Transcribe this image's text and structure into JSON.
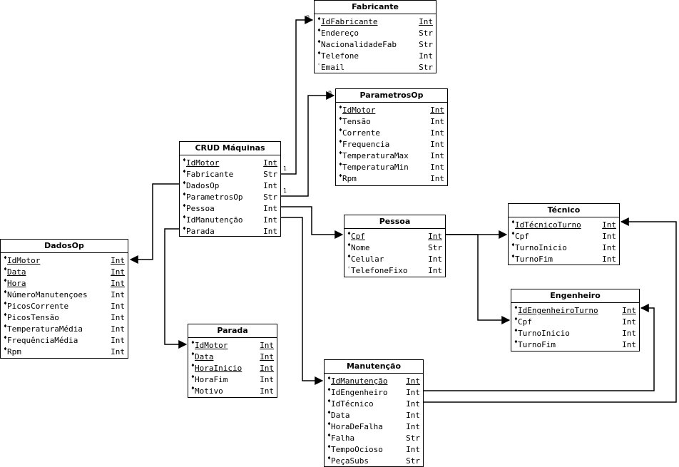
{
  "tables": {
    "fabricante": {
      "title": "Fabricante",
      "fields": [
        {
          "name": "IdFabricante",
          "type": "Int",
          "marker": "♦",
          "pk": true
        },
        {
          "name": "Endereço",
          "type": "Str",
          "marker": "♦"
        },
        {
          "name": "NacionalidadeFab",
          "type": "Str",
          "marker": "♦"
        },
        {
          "name": "Telefone",
          "type": "Int",
          "marker": "♦"
        },
        {
          "name": "Email",
          "type": "Str",
          "marker": "◦"
        }
      ]
    },
    "parametros": {
      "title": "ParametrosOp",
      "fields": [
        {
          "name": "IdMotor",
          "type": "Int",
          "marker": "♦",
          "pk": true
        },
        {
          "name": "Tensão",
          "type": "Int",
          "marker": "♦"
        },
        {
          "name": "Corrente",
          "type": "Int",
          "marker": "♦"
        },
        {
          "name": "Frequencia",
          "type": "Int",
          "marker": "♦"
        },
        {
          "name": "TemperaturaMax",
          "type": "Int",
          "marker": "♦"
        },
        {
          "name": "TemperaturaMin",
          "type": "Int",
          "marker": "♦"
        },
        {
          "name": "Rpm",
          "type": "Int",
          "marker": "♦"
        }
      ]
    },
    "crud": {
      "title": "CRUD Máquinas",
      "fields": [
        {
          "name": "IdMotor",
          "type": "Int",
          "marker": "♦",
          "pk": true
        },
        {
          "name": "Fabricante",
          "type": "Str",
          "marker": "♦"
        },
        {
          "name": "DadosOp",
          "type": "Int",
          "marker": "♦"
        },
        {
          "name": "ParametrosOp",
          "type": "Str",
          "marker": "♦"
        },
        {
          "name": "Pessoa",
          "type": "Int",
          "marker": "♦"
        },
        {
          "name": "IdManutenção",
          "type": "Int",
          "marker": "♦"
        },
        {
          "name": "Parada",
          "type": "Int",
          "marker": "♦"
        }
      ]
    },
    "dadosop": {
      "title": "DadosOp",
      "fields": [
        {
          "name": "IdMotor",
          "type": "Int",
          "marker": "♦",
          "pk": true
        },
        {
          "name": "Data",
          "type": "Int",
          "marker": "♦",
          "pk": true
        },
        {
          "name": "Hora",
          "type": "Int",
          "marker": "♦",
          "pk": true
        },
        {
          "name": "NúmeroManutençoes",
          "type": "Int",
          "marker": "♦"
        },
        {
          "name": "PicosCorrente",
          "type": "Int",
          "marker": "♦"
        },
        {
          "name": "PicosTensão",
          "type": "Int",
          "marker": "♦"
        },
        {
          "name": "TemperaturaMédia",
          "type": "Int",
          "marker": "♦"
        },
        {
          "name": "FrequênciaMédia",
          "type": "Int",
          "marker": "♦"
        },
        {
          "name": "Rpm",
          "type": "Int",
          "marker": "♦"
        }
      ]
    },
    "pessoa": {
      "title": "Pessoa",
      "fields": [
        {
          "name": "Cpf",
          "type": "Int",
          "marker": "♦",
          "pk": true
        },
        {
          "name": "Nome",
          "type": "Str",
          "marker": "♦"
        },
        {
          "name": "Celular",
          "type": "Int",
          "marker": "♦"
        },
        {
          "name": "TelefoneFixo",
          "type": "Int",
          "marker": "◦"
        }
      ]
    },
    "tecnico": {
      "title": "Técnico",
      "fields": [
        {
          "name": "IdTécnicoTurno",
          "type": "Int",
          "marker": "♦",
          "pk": true
        },
        {
          "name": "Cpf",
          "type": "Int",
          "marker": "♦"
        },
        {
          "name": "TurnoInicio",
          "type": "Int",
          "marker": "♦"
        },
        {
          "name": "TurnoFim",
          "type": "Int",
          "marker": "♦"
        }
      ]
    },
    "engenheiro": {
      "title": "Engenheiro",
      "fields": [
        {
          "name": "IdEngenheiroTurno",
          "type": "Int",
          "marker": "♦",
          "pk": true
        },
        {
          "name": "Cpf",
          "type": "Int",
          "marker": "♦"
        },
        {
          "name": "TurnoInicio",
          "type": "Int",
          "marker": "♦"
        },
        {
          "name": "TurnoFim",
          "type": "Int",
          "marker": "♦"
        }
      ]
    },
    "parada": {
      "title": "Parada",
      "fields": [
        {
          "name": "IdMotor",
          "type": "Int",
          "marker": "♦",
          "pk": true
        },
        {
          "name": "Data",
          "type": "Int",
          "marker": "♦",
          "pk": true
        },
        {
          "name": "HoraInicio",
          "type": "Int",
          "marker": "♦",
          "pk": true
        },
        {
          "name": "HoraFim",
          "type": "Int",
          "marker": "♦"
        },
        {
          "name": "Motivo",
          "type": "Int",
          "marker": "♦"
        }
      ]
    },
    "manutencao": {
      "title": "Manutenção",
      "fields": [
        {
          "name": "IdManutenção",
          "type": "Int",
          "marker": "♦",
          "pk": true
        },
        {
          "name": "IdEngenheiro",
          "type": "Int",
          "marker": "♦"
        },
        {
          "name": "IdTécnico",
          "type": "Int",
          "marker": "♦"
        },
        {
          "name": "Data",
          "type": "Int",
          "marker": "♦"
        },
        {
          "name": "HoraDeFalha",
          "type": "Int",
          "marker": "♦"
        },
        {
          "name": "Falha",
          "type": "Str",
          "marker": "♦"
        },
        {
          "name": "TempoOcioso",
          "type": "Int",
          "marker": "♦"
        },
        {
          "name": "PeçaSubs",
          "type": "Str",
          "marker": "♦"
        }
      ]
    }
  },
  "cardinality": {
    "one": "1",
    "many": "n"
  }
}
